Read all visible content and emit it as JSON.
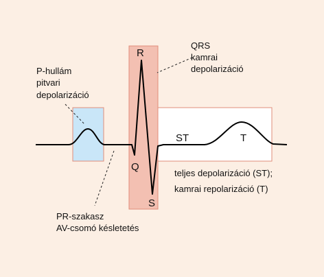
{
  "colors": {
    "background": "#fcefe4",
    "p_box_fill": "#c9e6f8",
    "p_box_stroke": "#e08d7a",
    "qrs_box_fill": "#f3c0b2",
    "qrs_box_stroke": "#e08d7a",
    "st_box_fill": "#ffffff",
    "st_box_stroke": "#e08d7a",
    "trace": "#000000"
  },
  "labels": {
    "p_wave": [
      "P-hullám",
      "pitvari",
      "depolarizáció"
    ],
    "qrs": [
      "QRS",
      "kamrai",
      "depolarizáció"
    ],
    "pr_segment": [
      "PR-szakasz",
      "AV-csomó késletetés"
    ],
    "st_t": [
      "teljes depolarizáció (ST);",
      "kamrai repolarizáció (T)"
    ],
    "points": {
      "r": "R",
      "q": "Q",
      "s": "S",
      "st": "ST",
      "t": "T"
    }
  }
}
